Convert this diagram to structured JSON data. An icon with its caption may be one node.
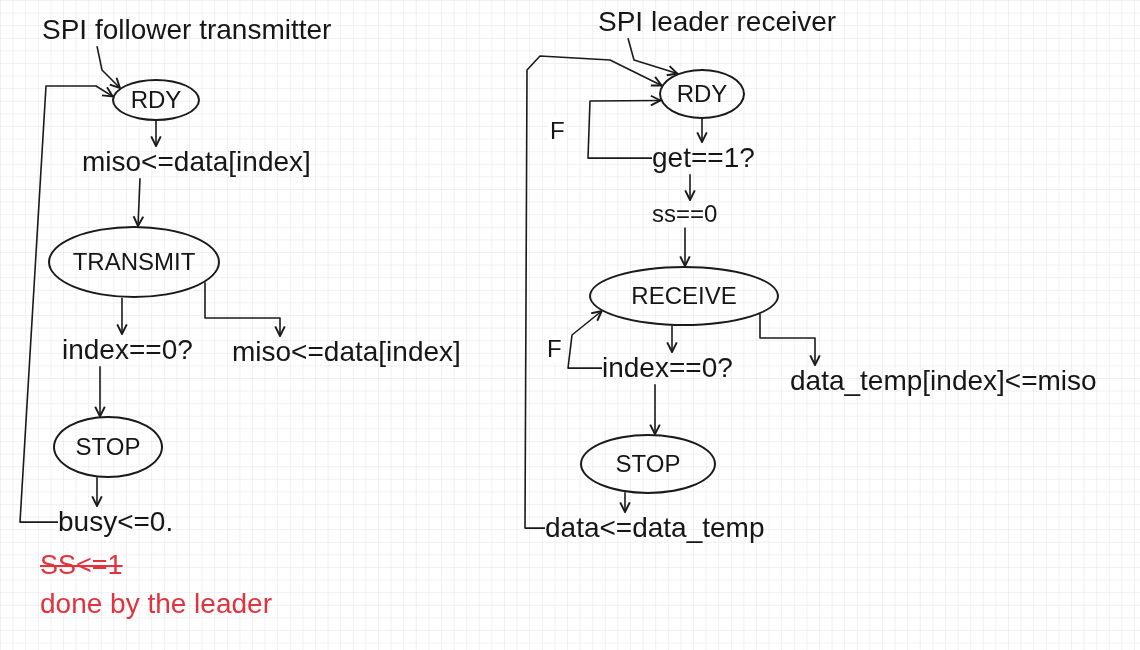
{
  "diagram": {
    "nodes": [
      {
        "text": [
          "SPI follower transmitter"
        ]
      },
      {
        "text": [
          "RDY"
        ]
      },
      {
        "text": [
          "miso<=data[index]"
        ]
      },
      {
        "text": [
          "TRANSMIT"
        ]
      },
      {
        "text": [
          "index==0?"
        ]
      },
      {
        "text": [
          "miso<=data[index]"
        ]
      },
      {
        "text": [
          "STOP"
        ]
      },
      {
        "text": [
          "busy<=0."
        ]
      },
      {
        "text": [
          "SPI leader receiver"
        ]
      },
      {
        "text": [
          "RDY"
        ]
      },
      {
        "text": [
          "get==1?"
        ]
      },
      {
        "text": [
          "ss==0"
        ]
      },
      {
        "text": [
          "RECEIVE"
        ]
      },
      {
        "text": [
          "index==0?"
        ]
      },
      {
        "text": [
          "data_temp[index]<=miso"
        ]
      },
      {
        "text": [
          "STOP"
        ]
      },
      {
        "text": [
          "data<=data_temp"
        ]
      }
    ],
    "edges": [
      {
        "from": 0,
        "to": 1,
        "arrow": "to"
      },
      {
        "from": 1,
        "to": 2,
        "arrow": "to"
      },
      {
        "from": 2,
        "to": 3,
        "arrow": "to"
      },
      {
        "from": 3,
        "to": 4,
        "arrow": "to"
      },
      {
        "from": 3,
        "to": 5,
        "arrow": "to"
      },
      {
        "from": 4,
        "to": 6,
        "arrow": "to"
      },
      {
        "from": 6,
        "to": 7,
        "arrow": "to"
      },
      {
        "from": 7,
        "to": 1,
        "arrow": "to"
      },
      {
        "from": 8,
        "to": 9,
        "arrow": "to"
      },
      {
        "from": 9,
        "to": 10,
        "arrow": "to"
      },
      {
        "from": 10,
        "to": 9,
        "arrow": "to",
        "label": "F"
      },
      {
        "from": 10,
        "to": 11,
        "arrow": "to"
      },
      {
        "from": 11,
        "to": 12,
        "arrow": "to"
      },
      {
        "from": 12,
        "to": 13,
        "arrow": "to"
      },
      {
        "from": 12,
        "to": 14,
        "arrow": "to"
      },
      {
        "from": 13,
        "to": 12,
        "arrow": "to",
        "label": "F"
      },
      {
        "from": 13,
        "to": 15,
        "arrow": "to"
      },
      {
        "from": 15,
        "to": 16,
        "arrow": "to"
      },
      {
        "from": 16,
        "to": 9,
        "arrow": "to"
      }
    ],
    "labels": [
      "SS<=1",
      "done by the leader"
    ]
  }
}
